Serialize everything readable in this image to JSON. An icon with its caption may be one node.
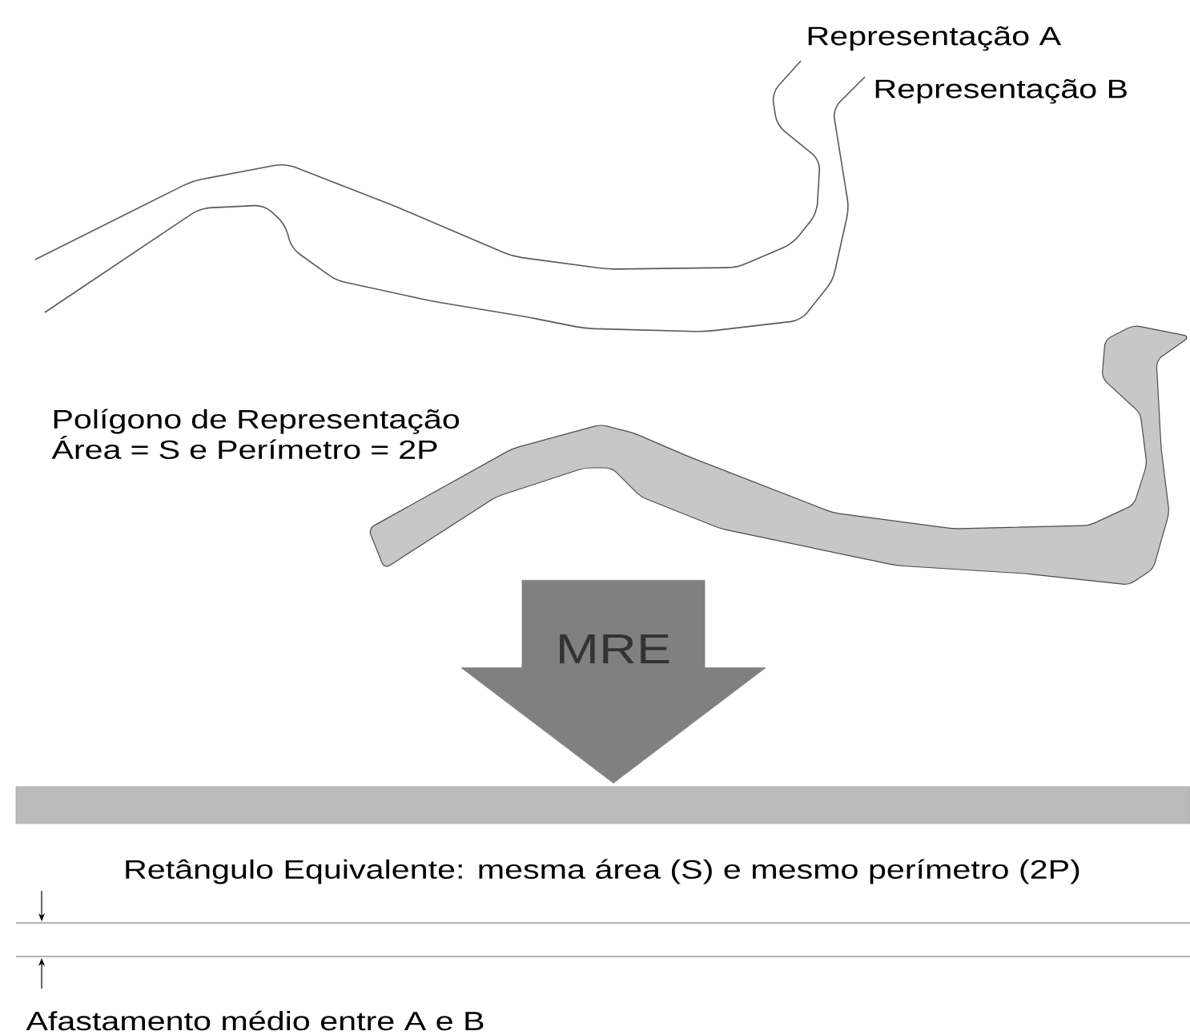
{
  "diagram": {
    "nodes": [
      {
        "text": [
          "Polígono de Representação Área = S e Perímetro = 2P"
        ]
      },
      {
        "text": [
          "Retângulo Equivalente: mesma área (S) e mesmo perímetro (2P)"
        ]
      }
    ],
    "edges": [
      {
        "from": 0,
        "to": 1,
        "arrow": "to",
        "label": "MRE"
      }
    ],
    "labels": [
      "Representação A",
      "Representação B",
      "Afastamento médio entre A e B"
    ]
  }
}
